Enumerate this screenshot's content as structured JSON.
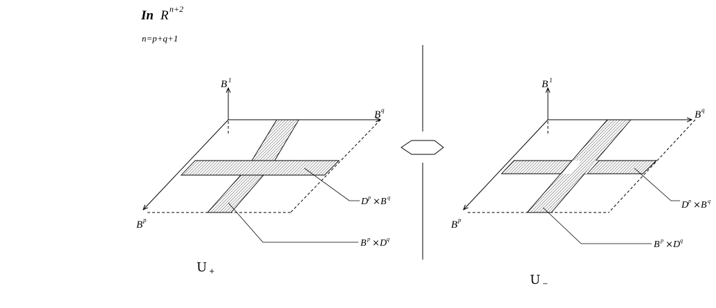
{
  "header": {
    "title_main": "In",
    "title_space": "R",
    "title_exp": "n+2",
    "formula": "n=p+q+1"
  },
  "left": {
    "axis_top": "B",
    "axis_top_sup": "1",
    "axis_right": "B",
    "axis_right_sup": "q",
    "axis_left": "B",
    "axis_left_sup": "p",
    "label_upper_a": "D",
    "label_upper_a_sup": "p",
    "label_upper_b": "B",
    "label_upper_b_sup": "q",
    "label_lower_a": "B",
    "label_lower_a_sup": "p",
    "label_lower_b": "D",
    "label_lower_b_sup": "q",
    "times": "×",
    "caption": "U",
    "caption_sub": "+"
  },
  "right": {
    "axis_top": "B",
    "axis_top_sup": "1",
    "axis_right": "B",
    "axis_right_sup": "q",
    "axis_left": "B",
    "axis_left_sup": "p",
    "label_upper_a": "D",
    "label_upper_a_sup": "p",
    "label_upper_b": "B",
    "label_upper_b_sup": "q",
    "label_lower_a": "B",
    "label_lower_a_sup": "p",
    "label_lower_b": "D",
    "label_lower_b_sup": "q",
    "times": "×",
    "caption": "U",
    "caption_sub": "−"
  },
  "colors": {
    "ink": "#000000",
    "hatch": "#555555",
    "background": "#ffffff"
  }
}
